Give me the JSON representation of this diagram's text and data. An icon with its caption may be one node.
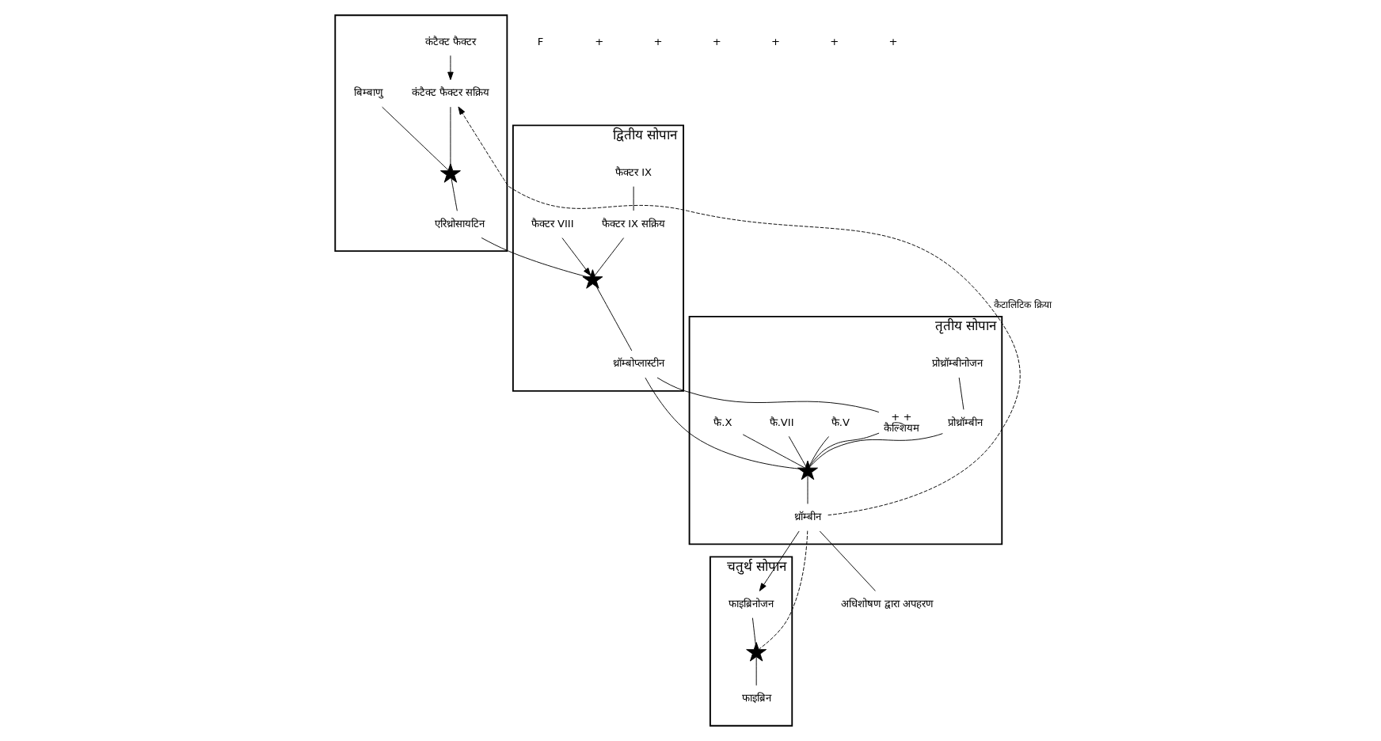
{
  "diagram": {
    "nodes": [
      {
        "text": [],
        "shape": "box"
      },
      {
        "text": [
          "कंटैक्ट फैक्टर"
        ],
        "in": 0
      },
      {
        "text": [
          "कंटैक्ट फैक्टर सक्रिय"
        ],
        "in": 0
      },
      {
        "text": [
          "बिम्बाणु"
        ],
        "in": 0
      },
      {
        "text": [],
        "shape": "star",
        "in": 0
      },
      {
        "text": [
          "एरिथ्रोसायटिन"
        ],
        "in": 0
      },
      {
        "text": [
          "द्वितीय सोपान"
        ]
      },
      {
        "text": [
          "फैक्टर IX"
        ],
        "in": 6
      },
      {
        "text": [
          "फैक्टर VIII"
        ],
        "in": 6
      },
      {
        "text": [
          "फैक्टर IX सक्रिय"
        ],
        "in": 6
      },
      {
        "text": [],
        "shape": "star",
        "in": 6
      },
      {
        "text": [
          "थ्रॉम्बोप्लास्टीन"
        ],
        "in": 6
      },
      {
        "text": [
          "तृतीय सोपान"
        ]
      },
      {
        "text": [
          "प्रोथ्रॉम्बीनोजन"
        ],
        "in": 12
      },
      {
        "text": [
          "कैल्शियम"
        ],
        "beside": [
          "+ +"
        ],
        "in": 12
      },
      {
        "text": [
          "फै.V"
        ],
        "in": 12
      },
      {
        "text": [
          "फै.VII"
        ],
        "in": 12
      },
      {
        "text": [
          "फै.X"
        ],
        "in": 12
      },
      {
        "text": [
          "प्रोथ्रॉम्बीन"
        ],
        "in": 12
      },
      {
        "text": [],
        "shape": "star",
        "in": 12
      },
      {
        "text": [
          "थ्रॉम्बीन"
        ],
        "in": 12
      },
      {
        "text": [
          "चतुर्थ सोपान"
        ]
      },
      {
        "text": [
          "फाइब्रिनोजन"
        ],
        "in": 21
      },
      {
        "text": [],
        "shape": "star",
        "in": 21
      },
      {
        "text": [
          "फाइब्रिन"
        ],
        "in": 21
      },
      {
        "text": [
          "अधिशोषण द्वारा अपहरण"
        ]
      }
    ],
    "edges": [
      {
        "from": 1,
        "to": 2,
        "arrow": "to"
      },
      {
        "from": 2,
        "to": 4,
        "arrow": "none"
      },
      {
        "from": 3,
        "to": 4,
        "arrow": "none"
      },
      {
        "from": 4,
        "to": 5,
        "arrow": "none"
      },
      {
        "from": 5,
        "to": 10,
        "arrow": "none"
      },
      {
        "from": 7,
        "to": 9,
        "arrow": "none"
      },
      {
        "from": 8,
        "to": 10,
        "arrow": "to"
      },
      {
        "from": 9,
        "to": 10,
        "arrow": "none"
      },
      {
        "from": 10,
        "to": 11,
        "arrow": "none"
      },
      {
        "from": 11,
        "to": 14,
        "arrow": "none"
      },
      {
        "from": 11,
        "to": 19,
        "arrow": "none"
      },
      {
        "from": 13,
        "to": 18,
        "arrow": "none"
      },
      {
        "from": 14,
        "to": 19,
        "arrow": "none"
      },
      {
        "from": 15,
        "to": 19,
        "arrow": "none"
      },
      {
        "from": 16,
        "to": 19,
        "arrow": "none"
      },
      {
        "from": 17,
        "to": 19,
        "arrow": "none"
      },
      {
        "from": 18,
        "to": 19,
        "arrow": "none"
      },
      {
        "from": 19,
        "to": 20,
        "arrow": "none"
      },
      {
        "from": 20,
        "to": 2,
        "arrow": "to",
        "style": "dashed",
        "label": "कैटालिटिक क्रिया"
      },
      {
        "from": 20,
        "to": 22,
        "arrow": "to"
      },
      {
        "from": 22,
        "to": 23,
        "arrow": "none"
      },
      {
        "from": 20,
        "to": 23,
        "arrow": "none",
        "style": "dashed"
      },
      {
        "from": 23,
        "to": 24,
        "arrow": "none"
      },
      {
        "from": 20,
        "to": 25,
        "arrow": "none"
      }
    ],
    "labels": [
      "F",
      "+",
      "+",
      "+",
      "+",
      "+",
      "+"
    ]
  }
}
